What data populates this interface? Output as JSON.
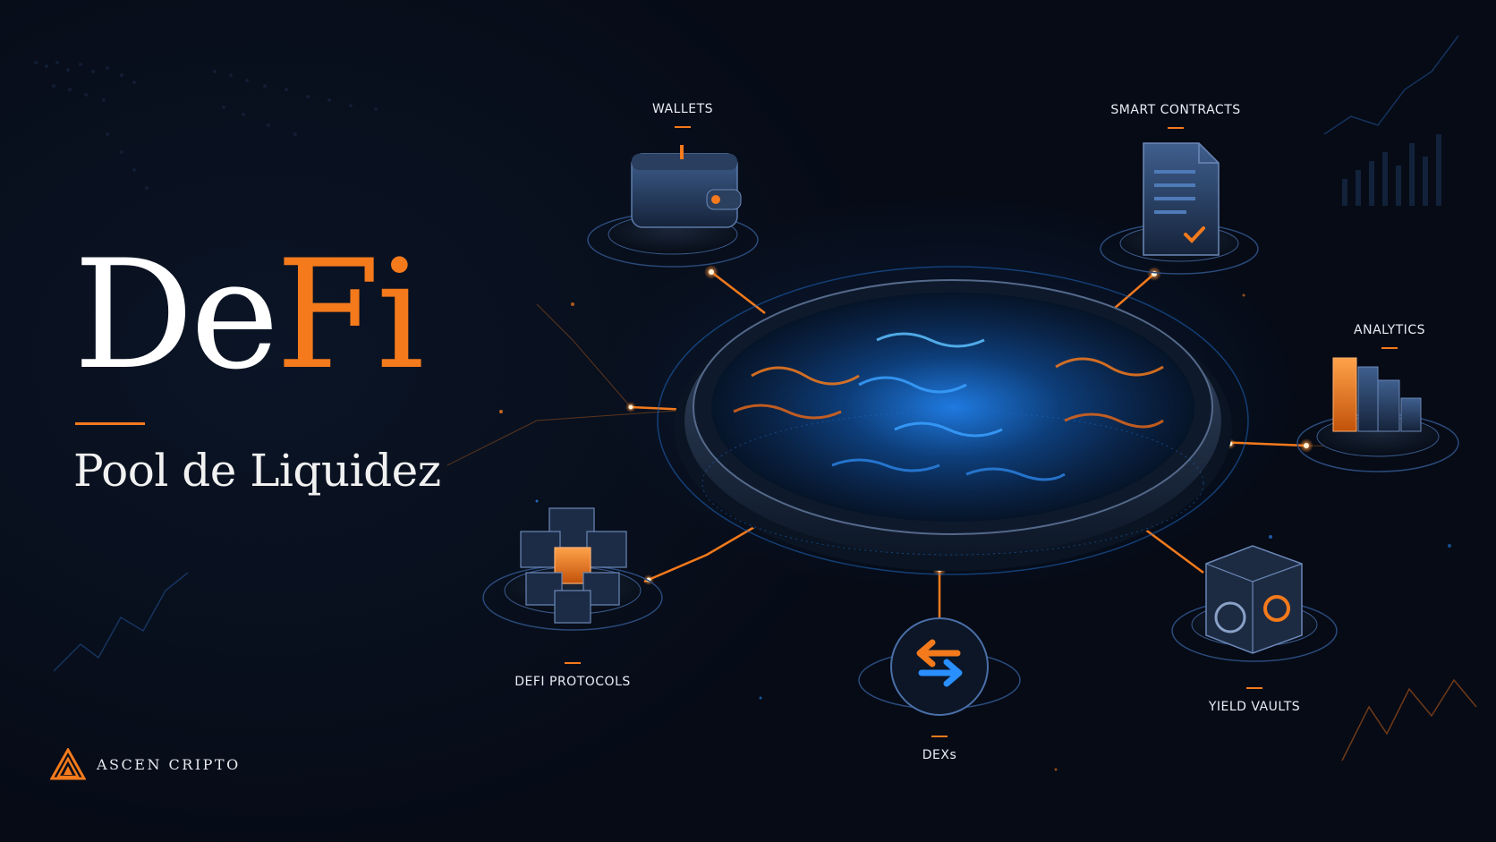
{
  "hero": {
    "title_part1": "De",
    "title_part2": "Fi",
    "subtitle": "Pool de Liquidez"
  },
  "nodes": {
    "wallets": "WALLETS",
    "smart_contracts": "SMART CONTRACTS",
    "analytics": "ANALYTICS",
    "yield_vaults": "YIELD VAULTS",
    "dexs": "DEXs",
    "defi_protocols": "DEFI PROTOCOLS"
  },
  "brand": {
    "name": "ASCEN CRIPTO"
  },
  "colors": {
    "background": "#060b16",
    "accent_orange": "#f47a1c",
    "accent_blue": "#2a8fff",
    "text": "#ffffff"
  },
  "icons": [
    "wallet-icon",
    "document-check-icon",
    "bar-chart-icon",
    "vault-icon",
    "swap-arrows-icon",
    "cubes-icon",
    "ascen-logo-icon"
  ]
}
